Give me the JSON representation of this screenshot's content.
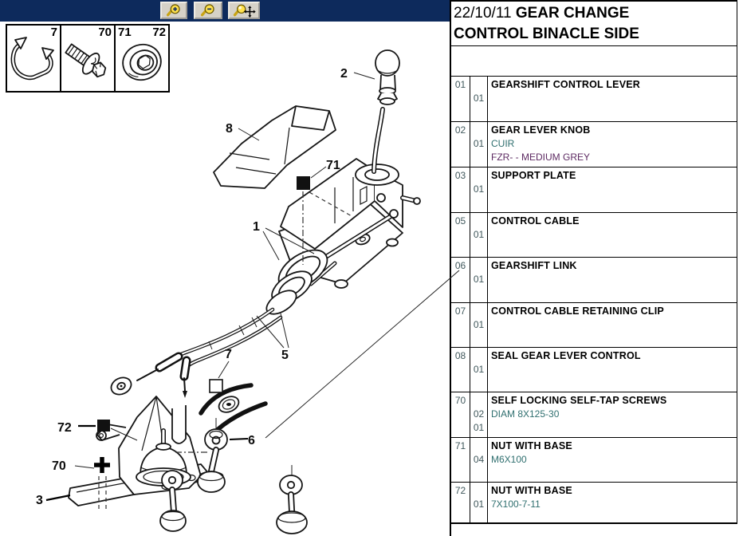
{
  "toolbar": {
    "background": "#0d2a5c",
    "buttons": [
      {
        "icon": "magnifier-plus-icon"
      },
      {
        "icon": "magnifier-minus-icon"
      },
      {
        "icon": "magnifier-pan-icon"
      }
    ]
  },
  "inset": {
    "panels": [
      {
        "part": "retaining-clip",
        "labels": [
          "7"
        ]
      },
      {
        "part": "self-tap-screw",
        "labels": [
          "70"
        ]
      },
      {
        "part": "nut-with-base",
        "labels": [
          "71",
          "72"
        ]
      }
    ]
  },
  "diagram": {
    "callouts": [
      {
        "label": "2"
      },
      {
        "label": "8"
      },
      {
        "label": "71"
      },
      {
        "label": "1"
      },
      {
        "label": "5"
      },
      {
        "label": "7"
      },
      {
        "label": "72"
      },
      {
        "label": "70"
      },
      {
        "label": "3"
      },
      {
        "label": "6"
      }
    ]
  },
  "header": {
    "date": "22/10/11",
    "title_line1": "GEAR CHANGE",
    "title_line2": "CONTROL BINACLE SIDE"
  },
  "parts_table": {
    "columns": [
      "ref",
      "qty",
      "description"
    ],
    "rows": [
      {
        "ref": "01",
        "name": "GEARSHIFT CONTROL LEVER",
        "lines": [
          {
            "qty": "01",
            "text": ""
          }
        ]
      },
      {
        "ref": "02",
        "name": "GEAR LEVER KNOB",
        "lines": [
          {
            "qty": "01",
            "text": "CUIR"
          },
          {
            "qty": "",
            "text": "FZR- - MEDIUM GREY",
            "accent": true
          }
        ]
      },
      {
        "ref": "03",
        "name": "SUPPORT PLATE",
        "lines": [
          {
            "qty": "01",
            "text": ""
          }
        ]
      },
      {
        "ref": "05",
        "name": "CONTROL CABLE",
        "lines": [
          {
            "qty": "01",
            "text": ""
          }
        ]
      },
      {
        "ref": "06",
        "name": "GEARSHIFT LINK",
        "lines": [
          {
            "qty": "01",
            "text": ""
          }
        ]
      },
      {
        "ref": "07",
        "name": "CONTROL CABLE RETAINING CLIP",
        "lines": [
          {
            "qty": "01",
            "text": ""
          }
        ]
      },
      {
        "ref": "08",
        "name": "SEAL GEAR LEVER CONTROL",
        "lines": [
          {
            "qty": "01",
            "text": ""
          }
        ]
      },
      {
        "ref": "70",
        "name": "SELF LOCKING SELF-TAP SCREWS",
        "lines": [
          {
            "qty": "02",
            "text": "DIAM 8X125-30"
          },
          {
            "qty": "01",
            "text": ""
          }
        ]
      },
      {
        "ref": "71",
        "name": "NUT WITH BASE",
        "lines": [
          {
            "qty": "04",
            "text": "M6X100"
          }
        ]
      },
      {
        "ref": "72",
        "name": "NUT WITH BASE",
        "lines": [
          {
            "qty": "01",
            "text": "7X100-7-11"
          }
        ]
      }
    ]
  },
  "colors": {
    "navy_bar": "#0d2a5c",
    "detail_text": "#2f6f6f",
    "variant_text": "#5d2a62",
    "number_text": "#41585c"
  }
}
